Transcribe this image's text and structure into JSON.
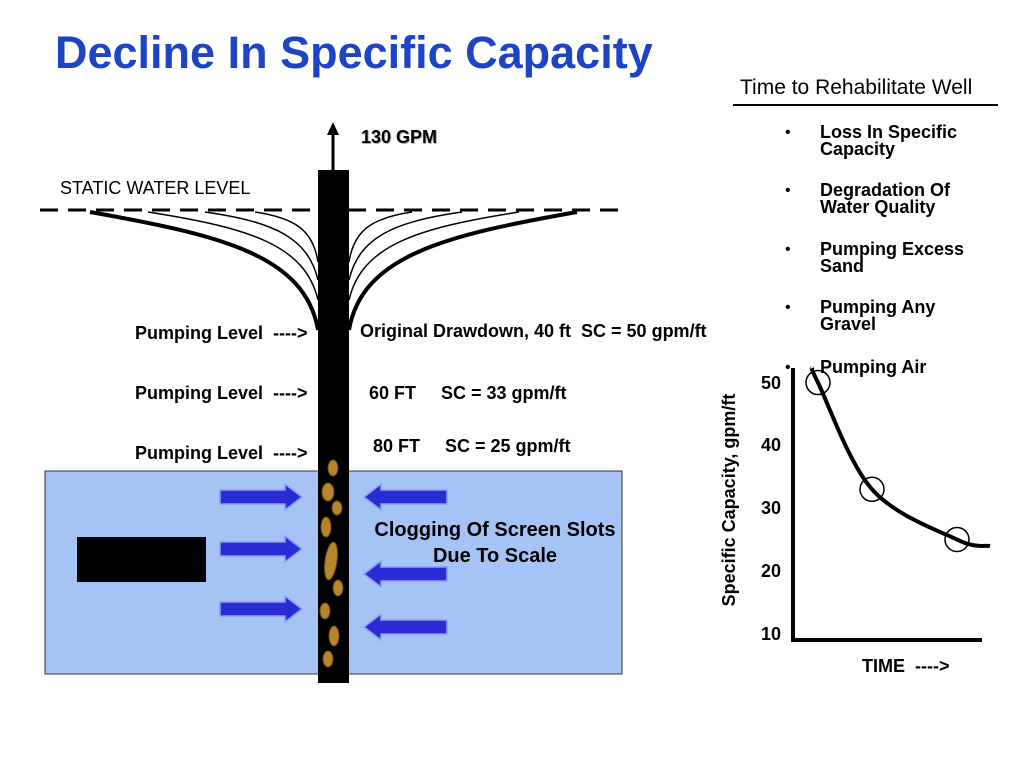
{
  "title": "Decline In Specific Capacity",
  "colors": {
    "title": "#1c44c4",
    "aquifer": "#a6c3f5",
    "flow_arrows": "#2b2bd6",
    "scale": "#b7862c"
  },
  "diagram": {
    "flow_rate": "130 GPM",
    "static_water_level": "STATIC WATER LEVEL",
    "pumping_levels": [
      {
        "label": "Pumping Level  ---->",
        "drawdown": "Original Drawdown, 40 ft  SC = 50 gpm/ft"
      },
      {
        "label": "Pumping Level  ---->",
        "drawdown": "60 FT     SC = 33 gpm/ft"
      },
      {
        "label": "Pumping Level  ---->",
        "drawdown": "80 FT     SC = 25 gpm/ft"
      }
    ],
    "clogging_line1": "Clogging Of Screen Slots",
    "clogging_line2": "Due To Scale"
  },
  "rehab": {
    "heading": "Time to Rehabilitate Well",
    "bullet": "•",
    "items": [
      "Loss In Specific Capacity",
      "Degradation Of Water Quality",
      "Pumping Excess Sand",
      "Pumping Any Gravel",
      "Pumping Air"
    ]
  },
  "chart_data": {
    "type": "line",
    "title": "",
    "xlabel": "TIME  ---->",
    "ylabel": "Specific Capacity, gpm/ft",
    "yticks": [
      50,
      40,
      30,
      20,
      10
    ],
    "ylim": [
      9,
      52
    ],
    "grid": false,
    "series": [
      {
        "values": [
          50,
          33,
          25
        ],
        "marker": "circle"
      }
    ]
  }
}
